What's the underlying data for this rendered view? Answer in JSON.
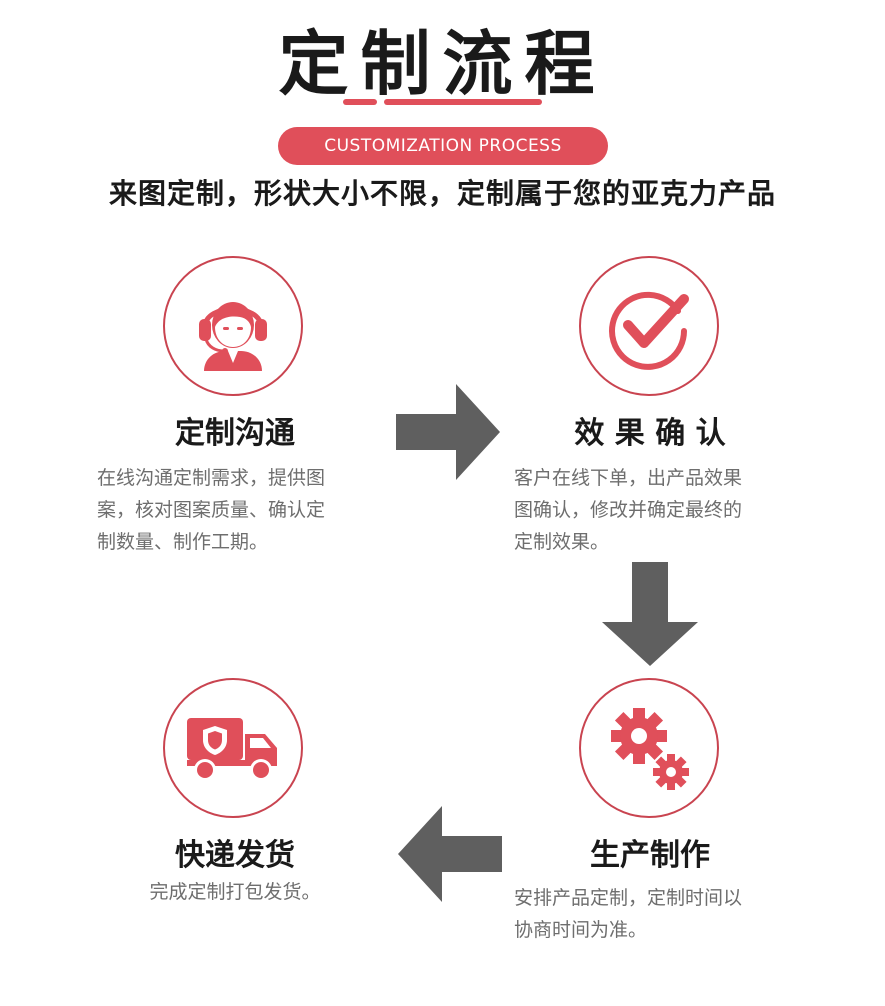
{
  "header": {
    "title": "定制流程",
    "badge": "CUSTOMIZATION PROCESS",
    "subtitle": "来图定制，形状大小不限，定制属于您的亚克力产品"
  },
  "steps": [
    {
      "title": "定制沟通",
      "desc": [
        "在线沟通定制需求，提供图",
        "案，核对图案质量、确认定",
        "制数量、制作工期。"
      ],
      "icon": "customer-service-icon"
    },
    {
      "title": "效 果 确 认",
      "desc": [
        "客户在线下单，出产品效果",
        "图确认，修改并确定最终的",
        "定制效果。"
      ],
      "icon": "checkmark-icon"
    },
    {
      "title": "生产制作",
      "desc": [
        "安排产品定制，定制时间以",
        "协商时间为准。"
      ],
      "icon": "gears-icon"
    },
    {
      "title": "快递发货",
      "desc": [
        "完成定制打包发货。"
      ],
      "icon": "delivery-truck-icon"
    }
  ],
  "colors": {
    "accent": "#e04f5a",
    "circle_border": "#c94450",
    "arrow": "#5f5f5f",
    "desc_text": "#6e6e6e"
  }
}
